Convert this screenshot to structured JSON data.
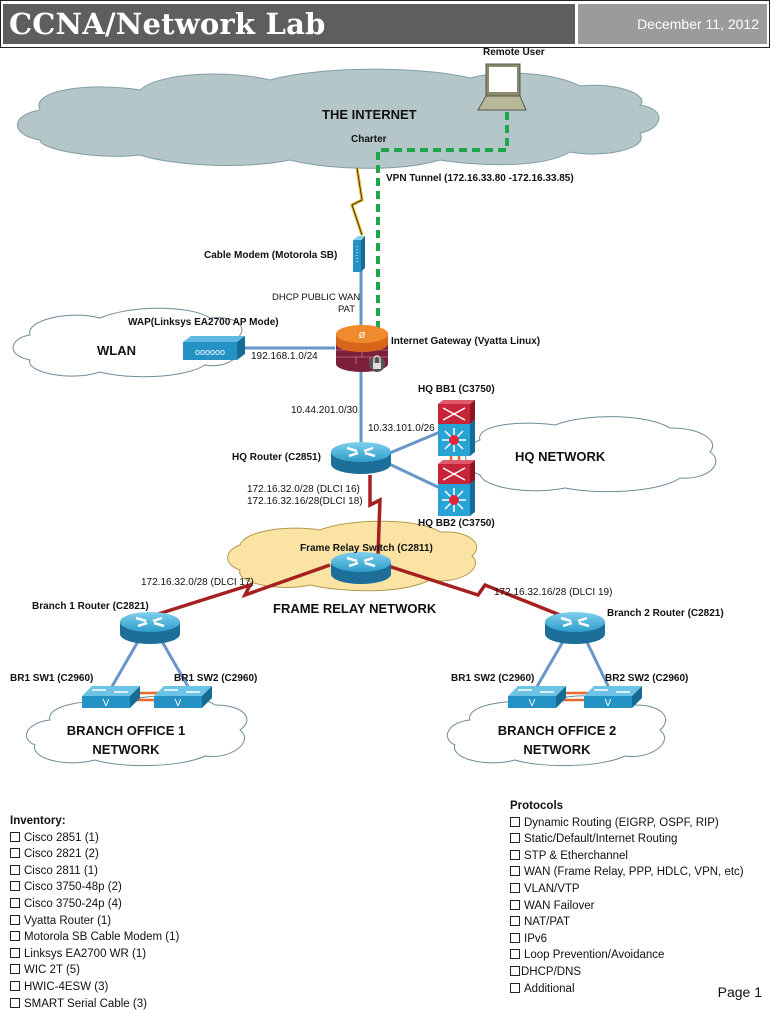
{
  "header": {
    "title": "CCNA/Network Lab",
    "date": "December 11, 2012"
  },
  "clouds": {
    "internet": "THE INTERNET",
    "isp": "Charter",
    "wlan": "WLAN",
    "hq_network": "HQ NETWORK",
    "frame_relay": "FRAME RELAY NETWORK",
    "branch1": [
      "BRANCH OFFICE 1",
      "NETWORK"
    ],
    "branch2": [
      "BRANCH OFFICE 2",
      "NETWORK"
    ]
  },
  "devices": {
    "remote_user": "Remote User",
    "cable_modem": "Cable Modem (Motorola SB)",
    "wap": "WAP(Linksys EA2700 AP Mode)",
    "gateway": "Internet Gateway (Vyatta Linux)",
    "hq_bb1": "HQ BB1 (C3750)",
    "hq_bb2": "HQ BB2 (C3750)",
    "hq_router": "HQ Router (C2851)",
    "fr_switch": "Frame Relay Switch (C2811)",
    "branch1_router": "Branch 1 Router (C2821)",
    "branch2_router": "Branch 2 Router (C2821)",
    "br1_sw1": "BR1 SW1 (C2960)",
    "br1_sw2": "BR1 SW2 (C2960)",
    "br2_sw1": "BR1 SW2 (C2960)",
    "br2_sw2": "BR2 SW2 (C2960)"
  },
  "links": {
    "vpn": "VPN Tunnel (172.16.33.80 -172.16.33.85)",
    "wan_1": "DHCP PUBLIC WAN",
    "wan_2": "PAT",
    "wlan_net": "192.168.1.0/24",
    "gw_hq": "10.44.201.0/30",
    "hq_core": "10.33.101.0/26",
    "hq_fr_1": "172.16.32.0/28 (DLCI 16)",
    "hq_fr_2": "172.16.32.16/28(DLCI 18)",
    "br1_fr": "172.16.32.0/28 (DLCI 17)",
    "br2_fr": "172.16.32.16/28 (DLCI 19)"
  },
  "inventory": {
    "heading": "Inventory:",
    "items": [
      "Cisco 2851 (1)",
      "Cisco 2821 (2)",
      "Cisco 2811 (1)",
      "Cisco 3750-48p (2)",
      "Cisco 3750-24p (4)",
      "Vyatta Router (1)",
      "Motorola SB Cable Modem (1)",
      "Linksys EA2700 WR (1)",
      "WIC 2T (5)",
      "HWIC-4ESW (3)",
      "SMART Serial Cable (3)"
    ]
  },
  "protocols": {
    "heading": "Protocols",
    "items": [
      "Dynamic Routing (EIGRP, OSPF, RIP)",
      "Static/Default/Internet Routing",
      "STP & Etherchannel",
      "WAN (Frame Relay, PPP, HDLC, VPN, etc)",
      "VLAN/VTP",
      "WAN Failover",
      "NAT/PAT",
      "IPv6",
      "Loop Prevention/Avoidance",
      "DHCP/DNS",
      "Additional"
    ]
  },
  "footer": {
    "page": "Page 1"
  },
  "colors": {
    "ethernet": "#6a95c9",
    "serial": "#a52020",
    "vpn": "#1ea64b",
    "etherchannel": "#e66a2c",
    "internet_cloud": "#b4c6c8",
    "fr_cloud": "#fbe3a4"
  }
}
